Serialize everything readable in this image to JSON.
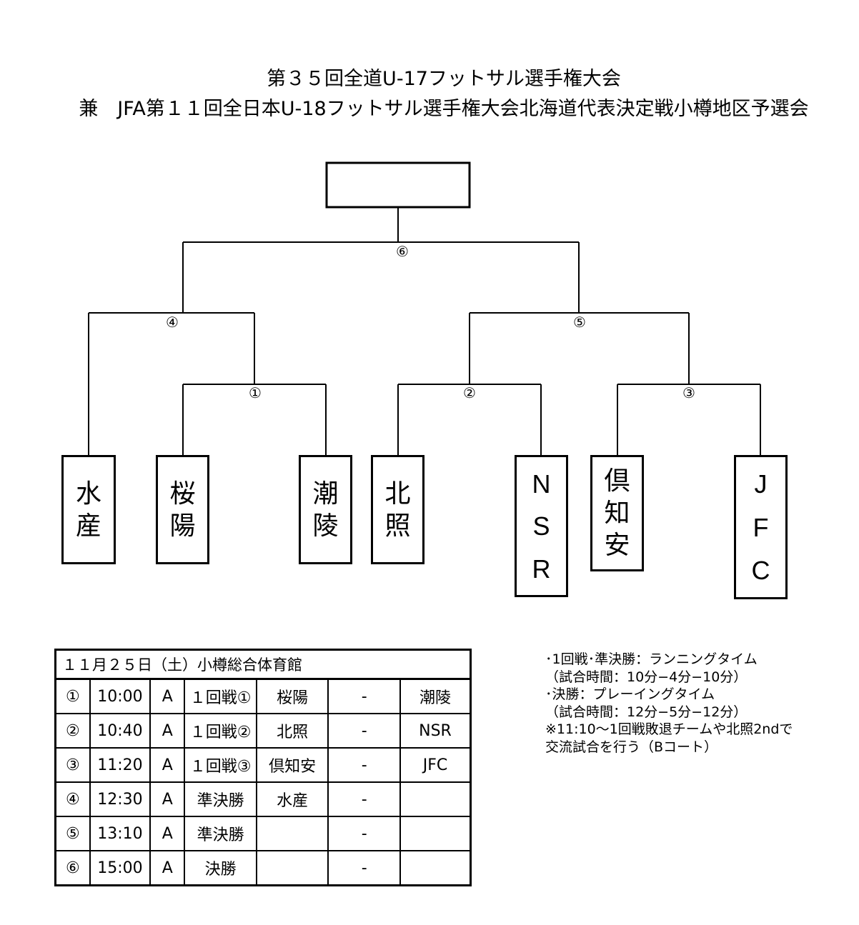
{
  "titles": {
    "line1": "第３５回全道U-17フットサル選手権大会",
    "line2": "兼　JFA第１１回全日本U-18フットサル選手権大会北海道代表決定戦小樽地区予選会"
  },
  "bracket": {
    "champion_box": "",
    "match_labels": [
      "①",
      "②",
      "③",
      "④",
      "⑤",
      "⑥"
    ],
    "teams": [
      {
        "name": "水産",
        "chars": [
          "水",
          "産"
        ]
      },
      {
        "name": "桜陽",
        "chars": [
          "桜",
          "陽"
        ]
      },
      {
        "name": "潮陵",
        "chars": [
          "潮",
          "陵"
        ]
      },
      {
        "name": "北照",
        "chars": [
          "北",
          "照"
        ]
      },
      {
        "name": "NSR",
        "chars": [
          "N",
          "S",
          "R"
        ]
      },
      {
        "name": "倶知安",
        "chars": [
          "倶",
          "知",
          "安"
        ]
      },
      {
        "name": "JFC",
        "chars": [
          "J",
          "F",
          "C"
        ]
      }
    ]
  },
  "schedule": {
    "header": "１１月２５日（土）小樽総合体育館",
    "rows": [
      {
        "no": "①",
        "time": "10:00",
        "court": "A",
        "round": "１回戦①",
        "home": "桜陽",
        "sep": "-",
        "away": "潮陵"
      },
      {
        "no": "②",
        "time": "10:40",
        "court": "A",
        "round": "１回戦②",
        "home": "北照",
        "sep": "-",
        "away": "NSR"
      },
      {
        "no": "③",
        "time": "11:20",
        "court": "A",
        "round": "１回戦③",
        "home": "倶知安",
        "sep": "-",
        "away": "JFC"
      },
      {
        "no": "④",
        "time": "12:30",
        "court": "A",
        "round": "準決勝",
        "home": "水産",
        "sep": "-",
        "away": ""
      },
      {
        "no": "⑤",
        "time": "13:10",
        "court": "A",
        "round": "準決勝",
        "home": "",
        "sep": "-",
        "away": ""
      },
      {
        "no": "⑥",
        "time": "15:00",
        "court": "A",
        "round": "決勝",
        "home": "",
        "sep": "-",
        "away": ""
      }
    ]
  },
  "notes": [
    "･1回戦･準決勝：ランニングタイム",
    "（試合時間：10分−4分−10分）",
    "･決勝：プレーイングタイム",
    "（試合時間：12分−5分−12分）",
    "※11:10～1回戦敗退チームや北照2ndで",
    "交流試合を行う（Bコート）"
  ]
}
